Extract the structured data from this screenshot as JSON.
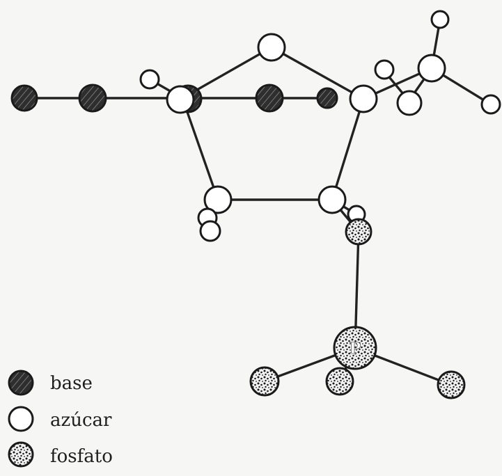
{
  "legend": {
    "base": "base",
    "azucar": "azúcar",
    "fosfato": "fosfato"
  },
  "phosphorus_label": "P",
  "atom_types": [
    "base",
    "azucar",
    "fosfato"
  ],
  "colors": {
    "background": "#f6f6f4",
    "ink": "#1a1a1a",
    "base_fill": "#3a3a3a",
    "azucar_fill": "#ffffff",
    "fosfato_fill": "#f4f4f4"
  }
}
